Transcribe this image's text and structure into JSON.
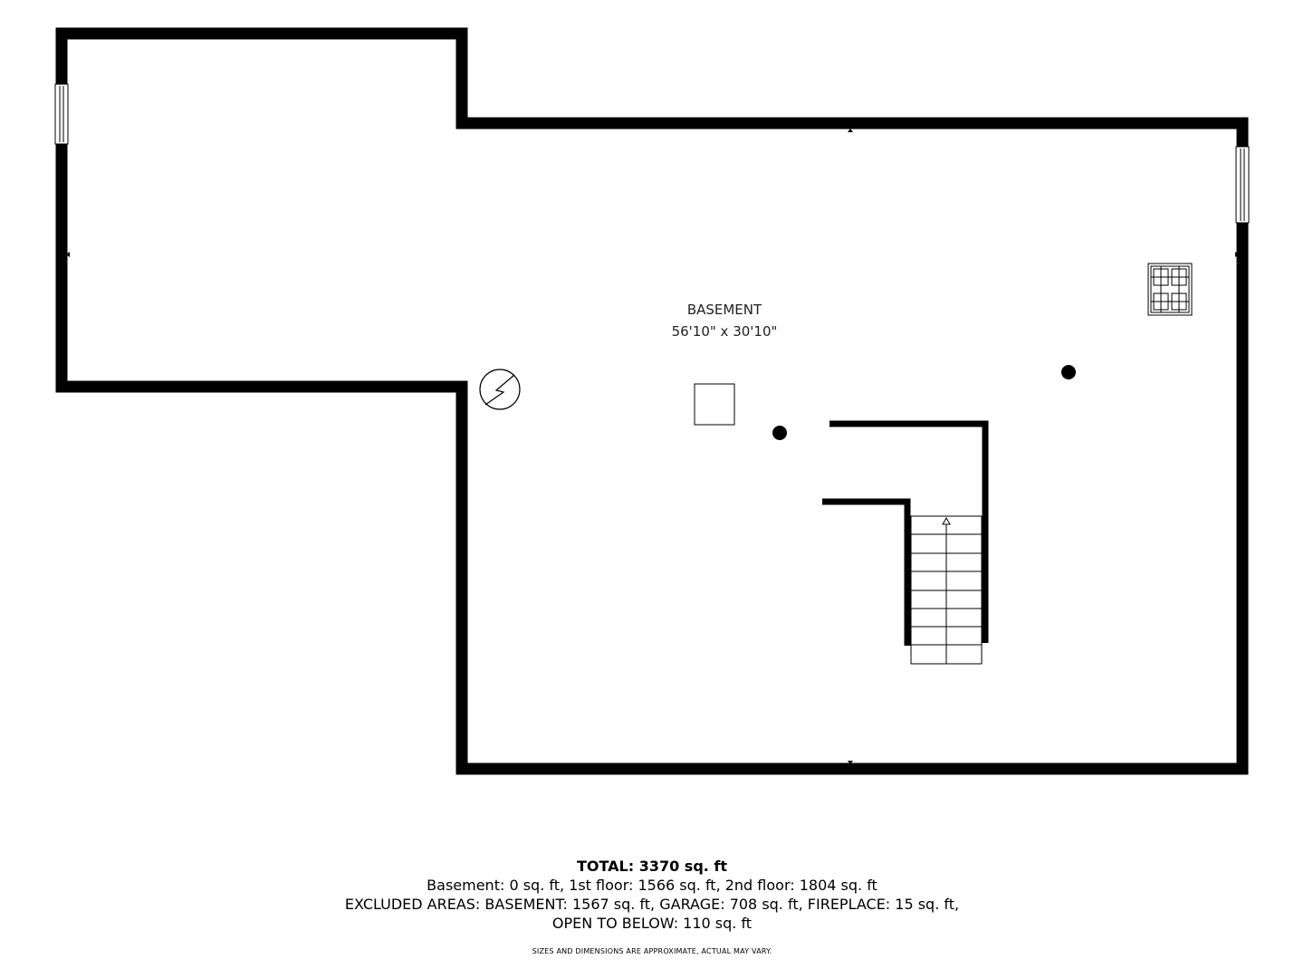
{
  "room": {
    "name": "BASEMENT",
    "dimensions": "56'10\" x 30'10\""
  },
  "summary": {
    "total": "TOTAL: 3370 sq. ft",
    "line1": "Basement: 0 sq. ft, 1st floor: 1566 sq. ft, 2nd floor: 1804 sq. ft",
    "line2": "EXCLUDED AREAS: BASEMENT: 1567 sq. ft, GARAGE: 708 sq. ft, FIREPLACE: 15 sq. ft,",
    "line3": "OPEN TO BELOW: 110 sq. ft",
    "disclaimer": "SIZES AND DIMENSIONS ARE APPROXIMATE, ACTUAL MAY VARY."
  },
  "colors": {
    "wall": "#000000",
    "background": "#ffffff"
  },
  "icons": [
    "electrical-panel-icon",
    "stove-icon",
    "column-icon",
    "stairs-icon",
    "window-icon"
  ]
}
